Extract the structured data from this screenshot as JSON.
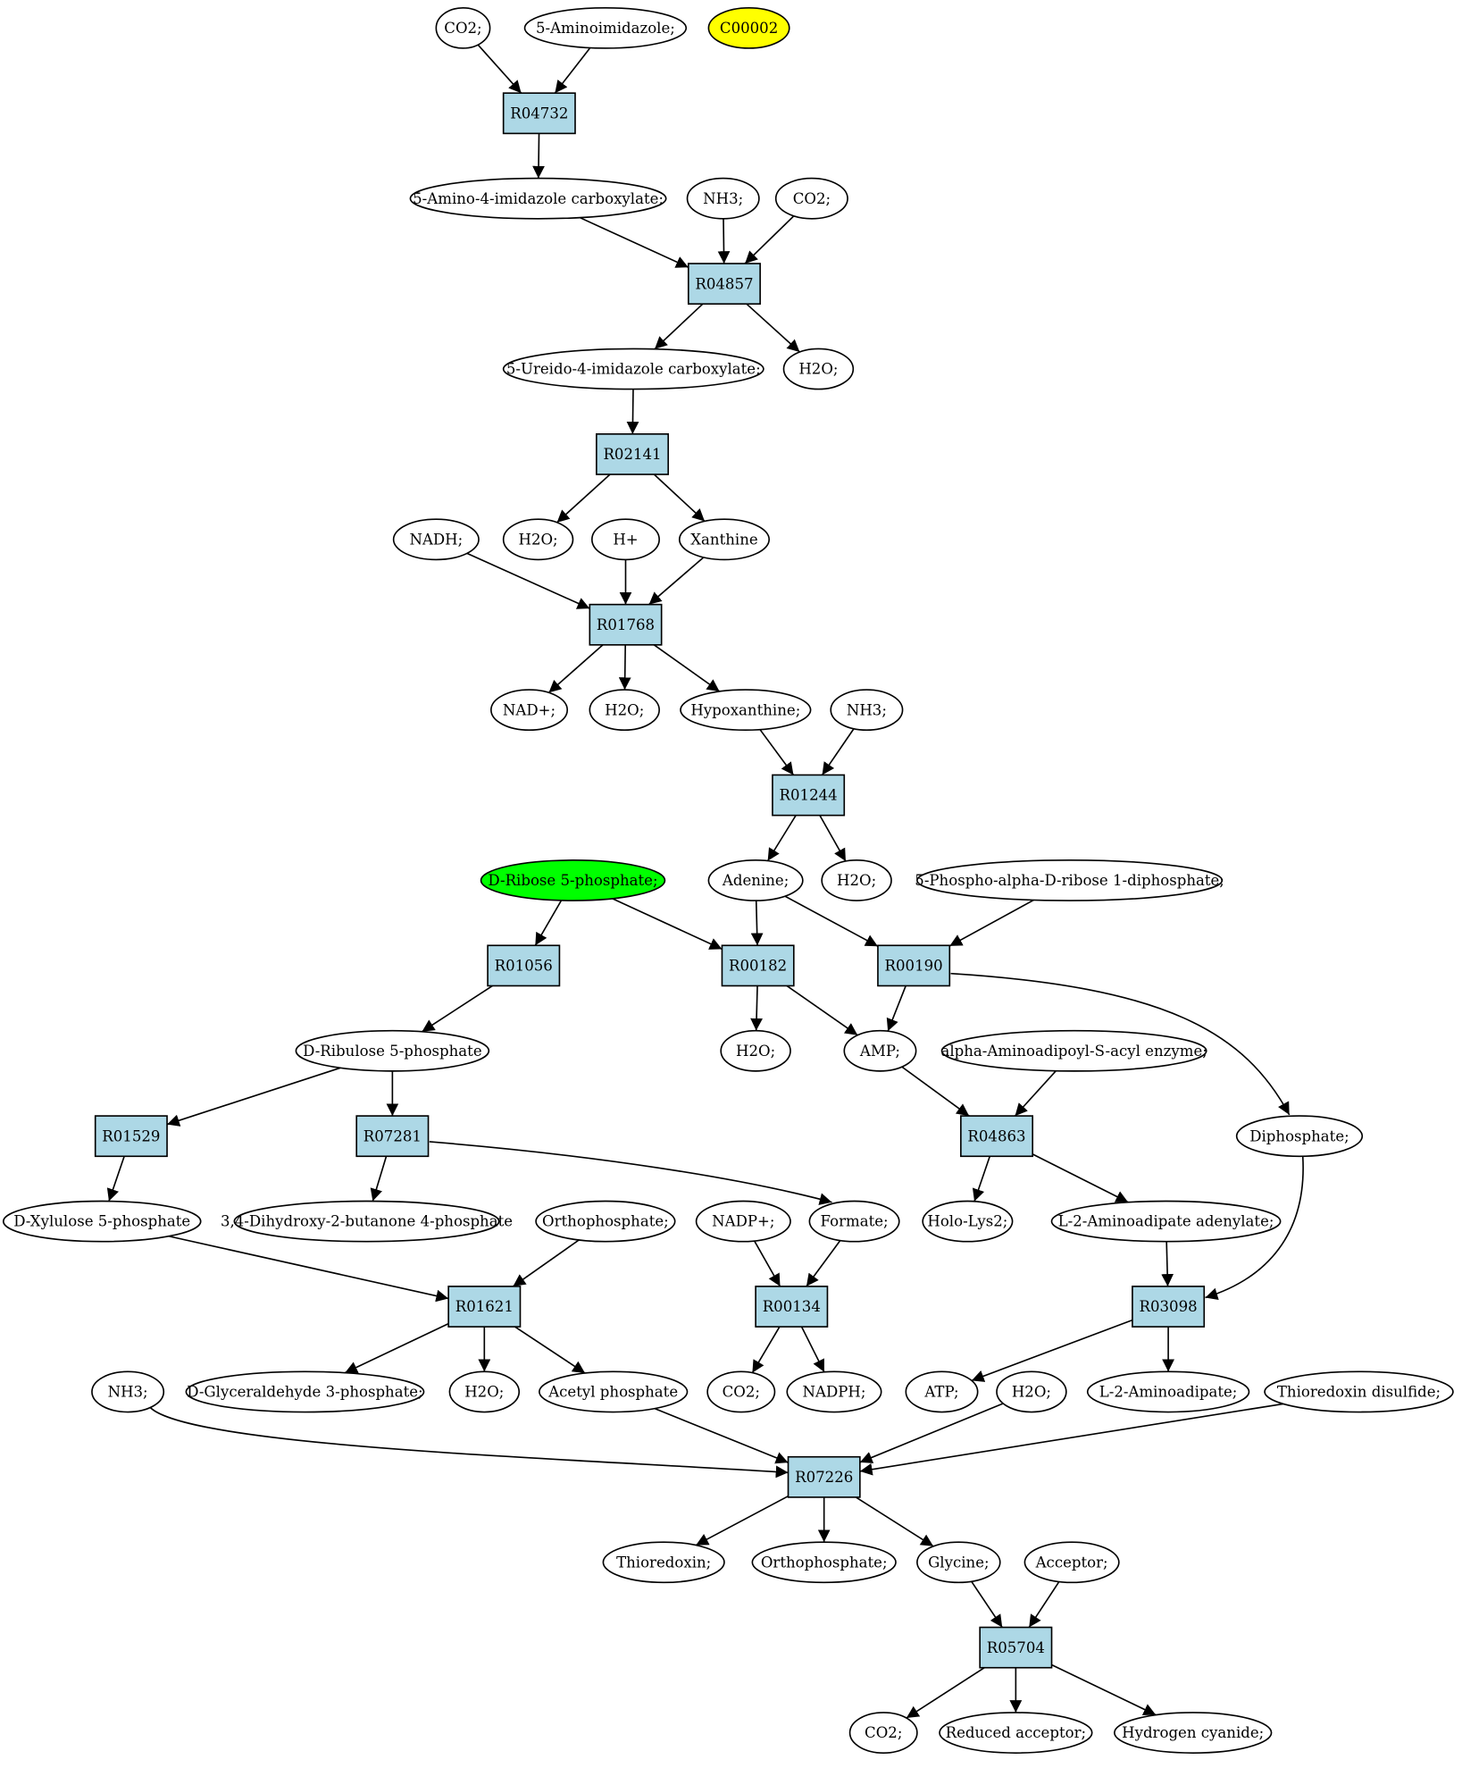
{
  "diagram": {
    "colors": {
      "reaction": "#add8e6",
      "compound": "#ffffff",
      "highlight_yellow": "#ffff00",
      "highlight_green": "#00ff00"
    },
    "compounds": {
      "co2_1": "CO2;",
      "aminoimidazole": "5-Aminoimidazole;",
      "c00002": "C00002",
      "aica": "5-Amino-4-imidazole carboxylate;",
      "nh3_1": "NH3;",
      "co2_2": "CO2;",
      "ureido": "5-Ureido-4-imidazole carboxylate;",
      "h2o_1": "H2O;",
      "nadh": "NADH;",
      "h2o_2": "H2O;",
      "hplus": "H+",
      "xanthine": "Xanthine",
      "nadplus": "NAD+;",
      "h2o_3": "H2O;",
      "hypoxanthine": "Hypoxanthine;",
      "nh3_2": "NH3;",
      "ribose5p": "D-Ribose 5-phosphate;",
      "adenine": "Adenine;",
      "h2o_4": "H2O;",
      "prpp": "5-Phospho-alpha-D-ribose 1-diphosphate;",
      "ribulose5p": "D-Ribulose 5-phosphate",
      "h2o_5": "H2O;",
      "amp": "AMP;",
      "aminoadipoyl": "alpha-Aminoadipoyl-S-acyl enzyme;",
      "diphosphate": "Diphosphate;",
      "xylulose5p": "D-Xylulose 5-phosphate",
      "dhbp": "3,4-Dihydroxy-2-butanone 4-phosphate",
      "orthophosphate_1": "Orthophosphate;",
      "nadpplus": "NADP+;",
      "formate": "Formate;",
      "holo_lys2": "Holo-Lys2;",
      "l2aa_adenylate": "L-2-Aminoadipate adenylate;",
      "nh3_3": "NH3;",
      "g3p": "D-Glyceraldehyde 3-phosphate;",
      "h2o_6": "H2O;",
      "acetyl_phosphate": "Acetyl phosphate",
      "co2_3": "CO2;",
      "nadph": "NADPH;",
      "atp": "ATP;",
      "h2o_7": "H2O;",
      "l2aa": "L-2-Aminoadipate;",
      "trx_disulfide": "Thioredoxin disulfide;",
      "thioredoxin": "Thioredoxin;",
      "orthophosphate_2": "Orthophosphate;",
      "glycine": "Glycine;",
      "acceptor": "Acceptor;",
      "co2_4": "CO2;",
      "reduced_acceptor": "Reduced acceptor;",
      "hcn": "Hydrogen cyanide;"
    },
    "reactions": {
      "R04732": "R04732",
      "R04857": "R04857",
      "R02141": "R02141",
      "R01768": "R01768",
      "R01244": "R01244",
      "R01056": "R01056",
      "R00182": "R00182",
      "R00190": "R00190",
      "R01529": "R01529",
      "R07281": "R07281",
      "R04863": "R04863",
      "R01621": "R01621",
      "R00134": "R00134",
      "R03098": "R03098",
      "R07226": "R07226",
      "R05704": "R05704"
    }
  }
}
